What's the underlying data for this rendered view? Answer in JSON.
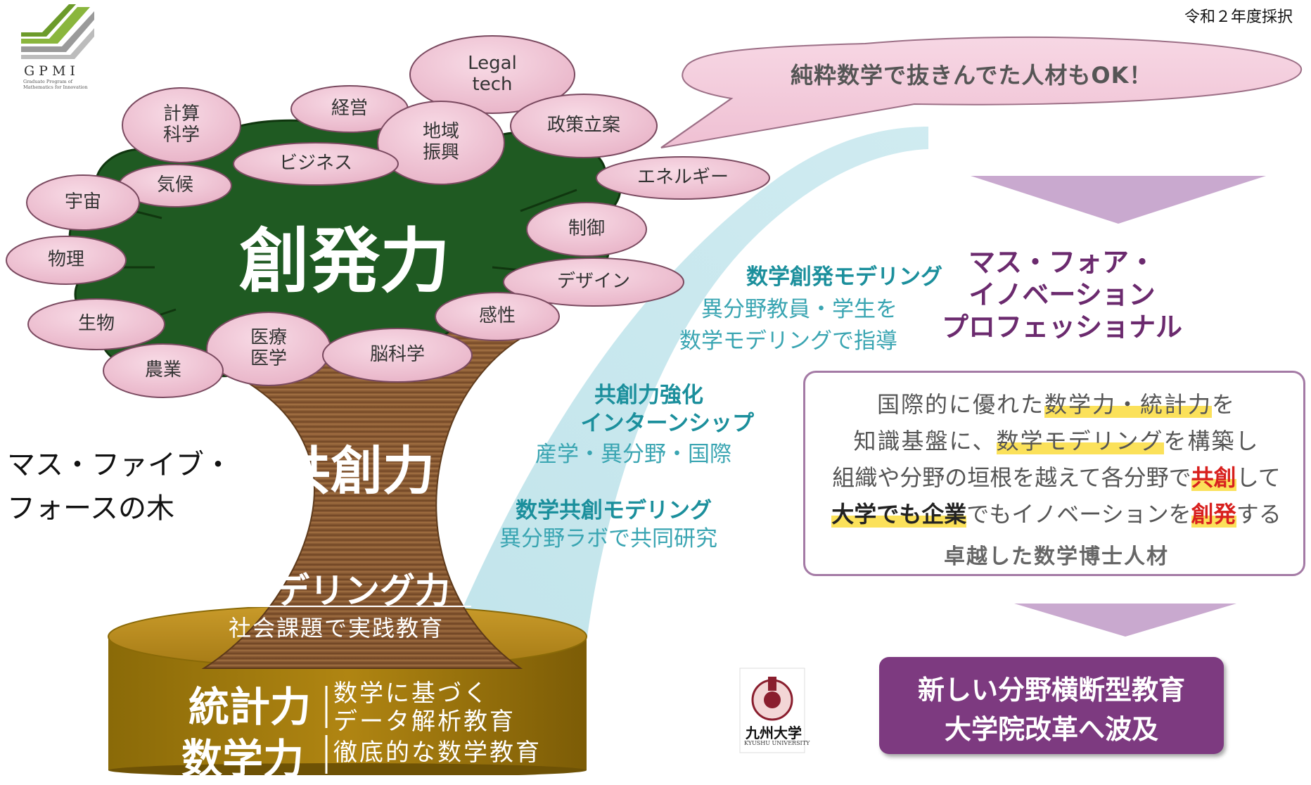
{
  "header": {
    "year_label": "令和２年度採択"
  },
  "logo": {
    "name": "GPMI",
    "subtitle": "Graduate Program of\nMathematics for Innovation"
  },
  "tree": {
    "canopy_label": "創発力",
    "trunk_label": "共創力",
    "modeling_label": "モデリング力",
    "modeling_sub": "社会課題で実践教育",
    "base_left_top": "統計力",
    "base_left_bottom": "数学力",
    "base_right_1": "数学に基づく",
    "base_right_2": "データ解析教育",
    "base_right_3": "徹底的な数学教育",
    "name_line1": "マス・ファイブ・",
    "name_line2": "フォースの木"
  },
  "leaves": [
    {
      "id": "legal",
      "label": "Legal\ntech"
    },
    {
      "id": "keiei",
      "label": "経営"
    },
    {
      "id": "keisan",
      "label": "計算\n科学"
    },
    {
      "id": "chiiki",
      "label": "地域\n振興"
    },
    {
      "id": "seisaku",
      "label": "政策立案"
    },
    {
      "id": "business",
      "label": "ビジネス"
    },
    {
      "id": "kiko",
      "label": "気候"
    },
    {
      "id": "uchu",
      "label": "宇宙"
    },
    {
      "id": "energy",
      "label": "エネルギー"
    },
    {
      "id": "seigyo",
      "label": "制御"
    },
    {
      "id": "butsuri",
      "label": "物理"
    },
    {
      "id": "design",
      "label": "デザイン"
    },
    {
      "id": "seibutsu",
      "label": "生物"
    },
    {
      "id": "kansei",
      "label": "感性"
    },
    {
      "id": "iryo",
      "label": "医療\n医学"
    },
    {
      "id": "nou",
      "label": "脳科学"
    },
    {
      "id": "nogyo",
      "label": "農業"
    }
  ],
  "speech": {
    "text": "純粋数学で抜きんでた人材もOK！"
  },
  "programs": [
    {
      "title": "数学創発モデリング",
      "lines": [
        "異分野教員・学生を",
        "数学モデリングで指導"
      ]
    },
    {
      "title_lines": [
        "共創力強化",
        "インターンシップ"
      ],
      "lines": [
        "産学・異分野・国際"
      ]
    },
    {
      "title": "数学共創モデリング",
      "lines": [
        "異分野ラボで共同研究"
      ]
    }
  ],
  "target": {
    "title_lines": [
      "マス・フォア・",
      "イノベーション",
      "プロフェッショナル"
    ]
  },
  "description": {
    "line1": [
      "国際的に優れた",
      "数学力・統計力",
      "を"
    ],
    "line2": [
      "知識基盤に、",
      "数学モデリング",
      "を構築し"
    ],
    "line3": [
      "組織や分野の垣根を越えて各分野で",
      "共創",
      "して"
    ],
    "line4": [
      "大学でも企業",
      "でもイノベーションを",
      "創発",
      "する"
    ],
    "footer": "卓越した数学博士人材"
  },
  "result": {
    "line1": "新しい分野横断型教育",
    "line2": "大学院改革へ波及"
  },
  "university": {
    "name": "九州大学",
    "name_en": "KYUSHU UNIVERSITY"
  },
  "colors": {
    "canopy": "#1f5a22",
    "leaf_pink": "#f1c6d6",
    "teal": "#1b8f9c",
    "purple": "#7d3a80",
    "arrow_lilac": "#c9a9cf",
    "highlight": "#fbe15a"
  }
}
